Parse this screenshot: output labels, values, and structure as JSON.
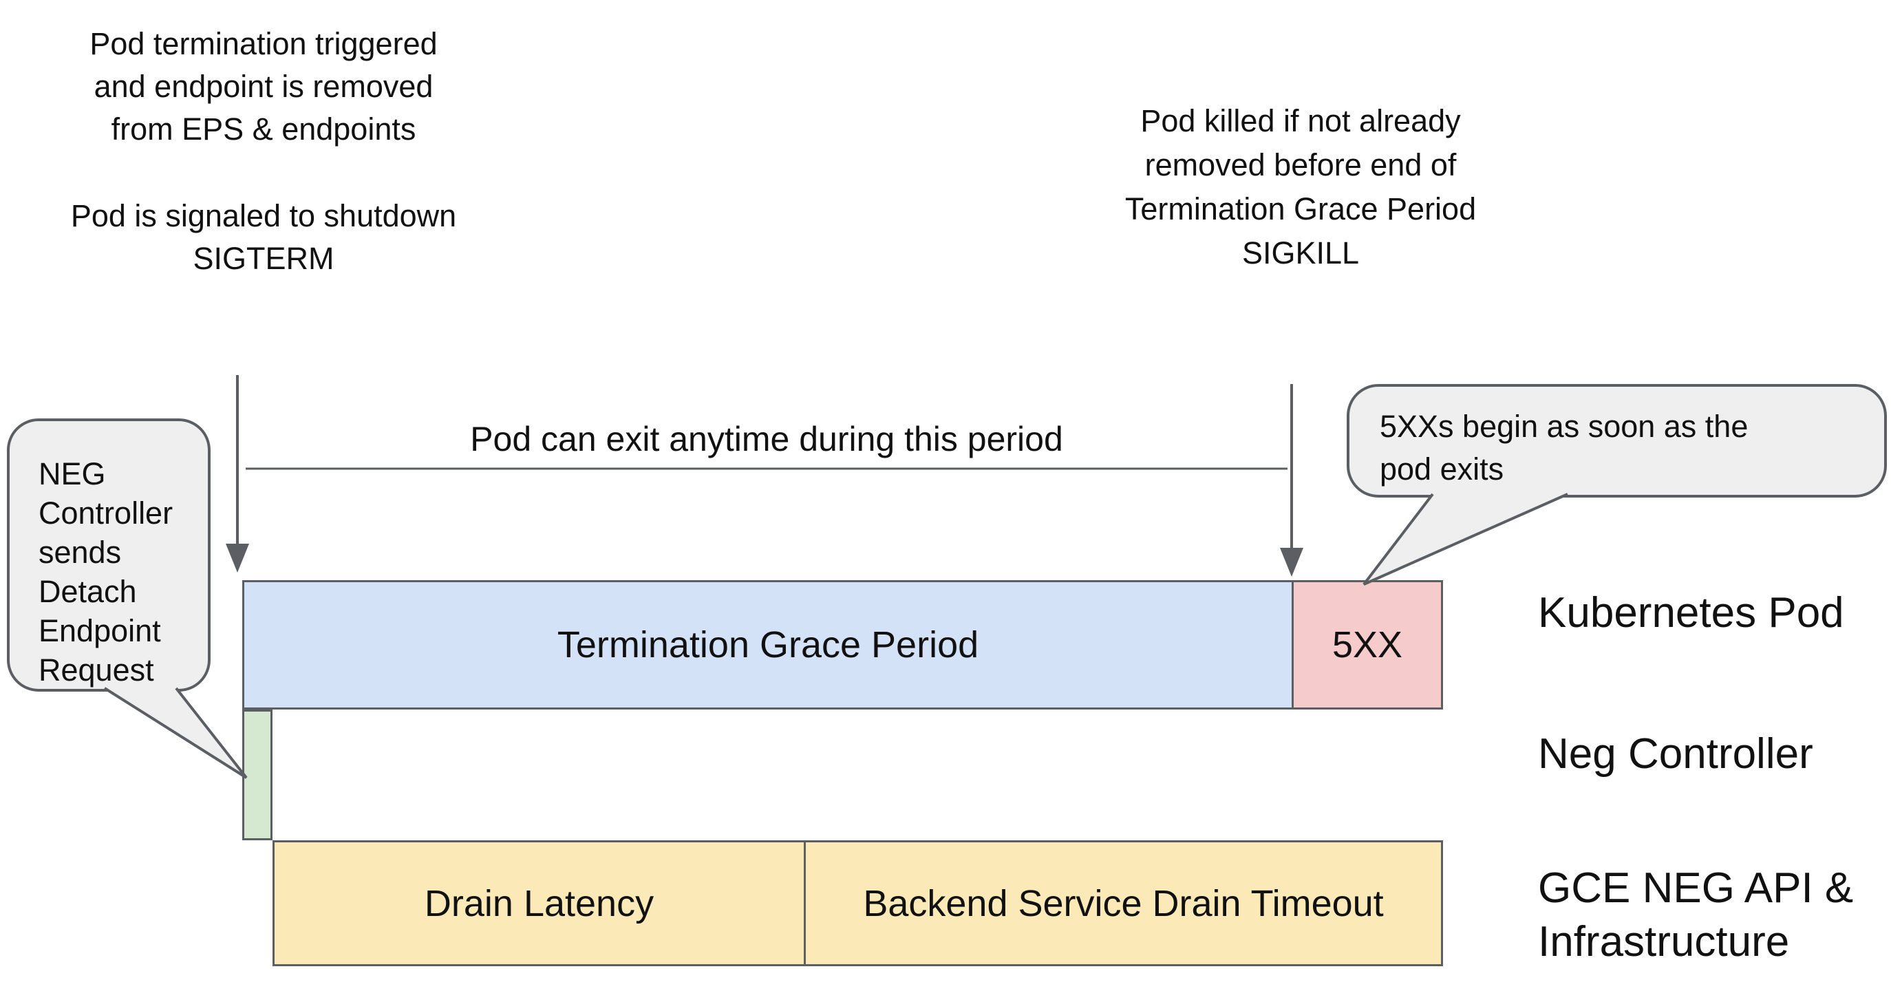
{
  "colors": {
    "grace_period_fill": "#d4e2f8",
    "error_fill": "#f5cccb",
    "detach_fill": "#d5e8d0",
    "drain_fill": "#fbeab8",
    "callout_fill": "#efefef",
    "line_stroke": "#5b5f63",
    "text_color": "#111111",
    "background": "#ffffff"
  },
  "notes": {
    "pod_termination": {
      "paragraph1": {
        "line1": "Pod termination triggered",
        "line2": "and endpoint is removed",
        "line3": "from EPS & endpoints"
      },
      "paragraph2": {
        "line1": "Pod is signaled to shutdown",
        "line2": "SIGTERM"
      }
    },
    "pod_killed": {
      "line1": "Pod killed if not already",
      "line2": "removed before end of",
      "line3": "Termination Grace Period",
      "line4": "SIGKILL"
    }
  },
  "timeline": {
    "exit_window_label": "Pod can exit anytime during this period"
  },
  "callouts": {
    "neg_controller": {
      "line1": "NEG",
      "line2": "Controller",
      "line3": "sends",
      "line4": "Detach",
      "line5": "Endpoint",
      "line6": "Request"
    },
    "errors_begin": {
      "line1": "5XXs begin as soon as the",
      "line2": "pod exits"
    }
  },
  "bars": {
    "kubernetes_pod": {
      "grace_period_label": "Termination Grace Period",
      "error_label": "5XX"
    },
    "gce": {
      "drain_latency_label": "Drain Latency",
      "backend_timeout_label": "Backend Service Drain Timeout"
    }
  },
  "row_labels": {
    "kubernetes_pod": "Kubernetes Pod",
    "neg_controller": "Neg Controller",
    "gce_line1": "GCE NEG API &",
    "gce_line2": "Infrastructure"
  }
}
